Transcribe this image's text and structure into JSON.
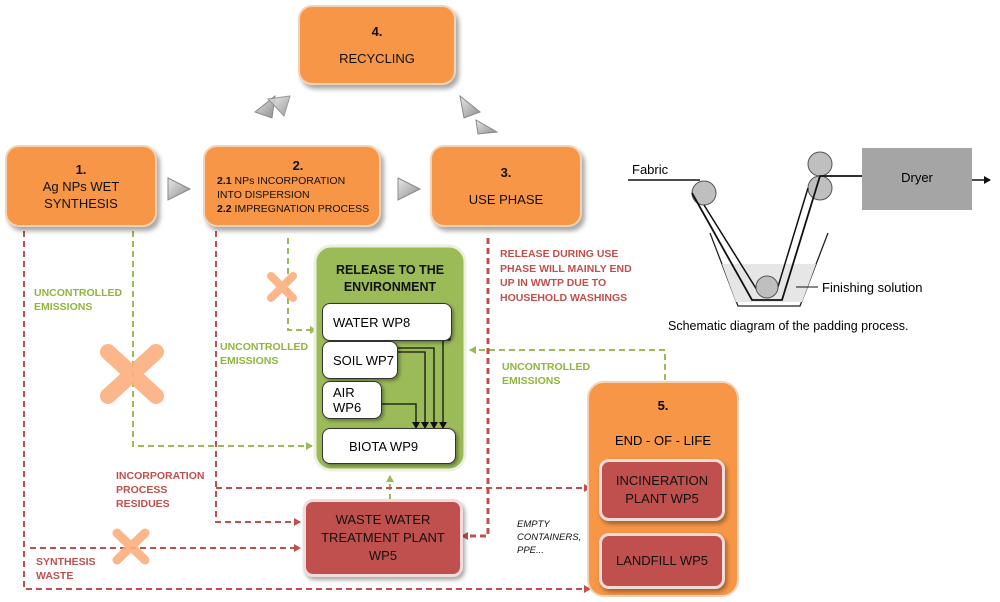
{
  "recycling": {
    "num": "4.",
    "label": "RECYCLING"
  },
  "synthesis": {
    "num": "1.",
    "line1": "Ag NPs WET",
    "line2": "SYNTHESIS"
  },
  "incorporation": {
    "num": "2.",
    "l1n": "2.1",
    "l1": " NPs INCORPORATION",
    "l2": "INTO DISPERSION",
    "l3n": "2.2",
    "l3": " IMPREGNATION PROCESS"
  },
  "use_phase": {
    "num": "3.",
    "label": "USE PHASE"
  },
  "release": {
    "title1": "RELEASE TO THE",
    "title2": "ENVIRONMENT",
    "water": "WATER WP8",
    "soil": "SOIL WP7",
    "air": "AIR WP6",
    "biota": "BIOTA WP9"
  },
  "end_of_life": {
    "num": "5.",
    "label": "END - OF - LIFE",
    "incin1": "INCINERATION",
    "incin2": "PLANT WP5",
    "landfill": "LANDFILL WP5"
  },
  "wwtp": {
    "l1": "WASTE WATER",
    "l2": "TREATMENT PLANT",
    "l3": "WP5"
  },
  "labels": {
    "unc1a": "UNCONTROLLED",
    "unc1b": "EMISSIONS",
    "unc2a": "UNCONTROLLED",
    "unc2b": "EMISSIONS",
    "unc3a": "UNCONTROLLED",
    "unc3b": "EMISSIONS",
    "rel1": "RELEASE DURING USE",
    "rel2": "PHASE WILL MAINLY END",
    "rel3": "UP IN WWTP DUE TO",
    "rel4": "HOUSEHOLD WASHINGS",
    "inc1": "INCORPORATION",
    "inc2": "PROCESS",
    "inc3": "RESIDUES",
    "syn1": "SYNTHESIS",
    "syn2": "WASTE",
    "empty1": "EMPTY",
    "empty2": "CONTAINERS,",
    "empty3": "PPE..."
  },
  "padding": {
    "fabric": "Fabric",
    "dryer": "Dryer",
    "solution": "Finishing solution",
    "caption": "Schematic diagram of the padding process."
  },
  "colors": {
    "orange": "#f79646",
    "green": "#9bbb59",
    "red": "#c0504d",
    "label_green": "#8fb53f",
    "cross": "#fbb07f"
  }
}
